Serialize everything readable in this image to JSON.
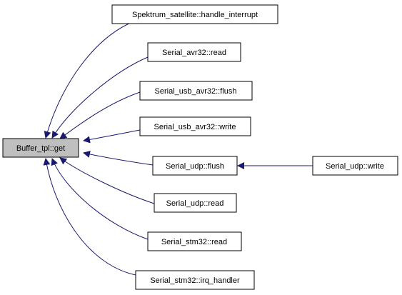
{
  "colors": {
    "edge": "#191970",
    "node_fill": "#ffffff",
    "root_fill": "#bfbfbf",
    "border": "#000000"
  },
  "nodes": [
    {
      "id": "buffer_get",
      "label": "Buffer_tpl::get",
      "highlighted": true
    },
    {
      "id": "spektrum_handle_interrupt",
      "label": "Spektrum_satellite::handle_interrupt"
    },
    {
      "id": "serial_avr32_read",
      "label": "Serial_avr32::read"
    },
    {
      "id": "serial_usb_avr32_flush",
      "label": "Serial_usb_avr32::flush"
    },
    {
      "id": "serial_usb_avr32_write",
      "label": "Serial_usb_avr32::write"
    },
    {
      "id": "serial_udp_flush",
      "label": "Serial_udp::flush"
    },
    {
      "id": "serial_udp_write",
      "label": "Serial_udp::write"
    },
    {
      "id": "serial_udp_read",
      "label": "Serial_udp::read"
    },
    {
      "id": "serial_stm32_read",
      "label": "Serial_stm32::read"
    },
    {
      "id": "serial_stm32_irq_handler",
      "label": "Serial_stm32::irq_handler"
    }
  ],
  "edges": [
    {
      "from": "spektrum_handle_interrupt",
      "to": "buffer_get"
    },
    {
      "from": "serial_avr32_read",
      "to": "buffer_get"
    },
    {
      "from": "serial_usb_avr32_flush",
      "to": "buffer_get"
    },
    {
      "from": "serial_usb_avr32_write",
      "to": "buffer_get"
    },
    {
      "from": "serial_udp_flush",
      "to": "buffer_get"
    },
    {
      "from": "serial_udp_read",
      "to": "buffer_get"
    },
    {
      "from": "serial_stm32_read",
      "to": "buffer_get"
    },
    {
      "from": "serial_stm32_irq_handler",
      "to": "buffer_get"
    },
    {
      "from": "serial_udp_write",
      "to": "serial_udp_flush"
    }
  ]
}
